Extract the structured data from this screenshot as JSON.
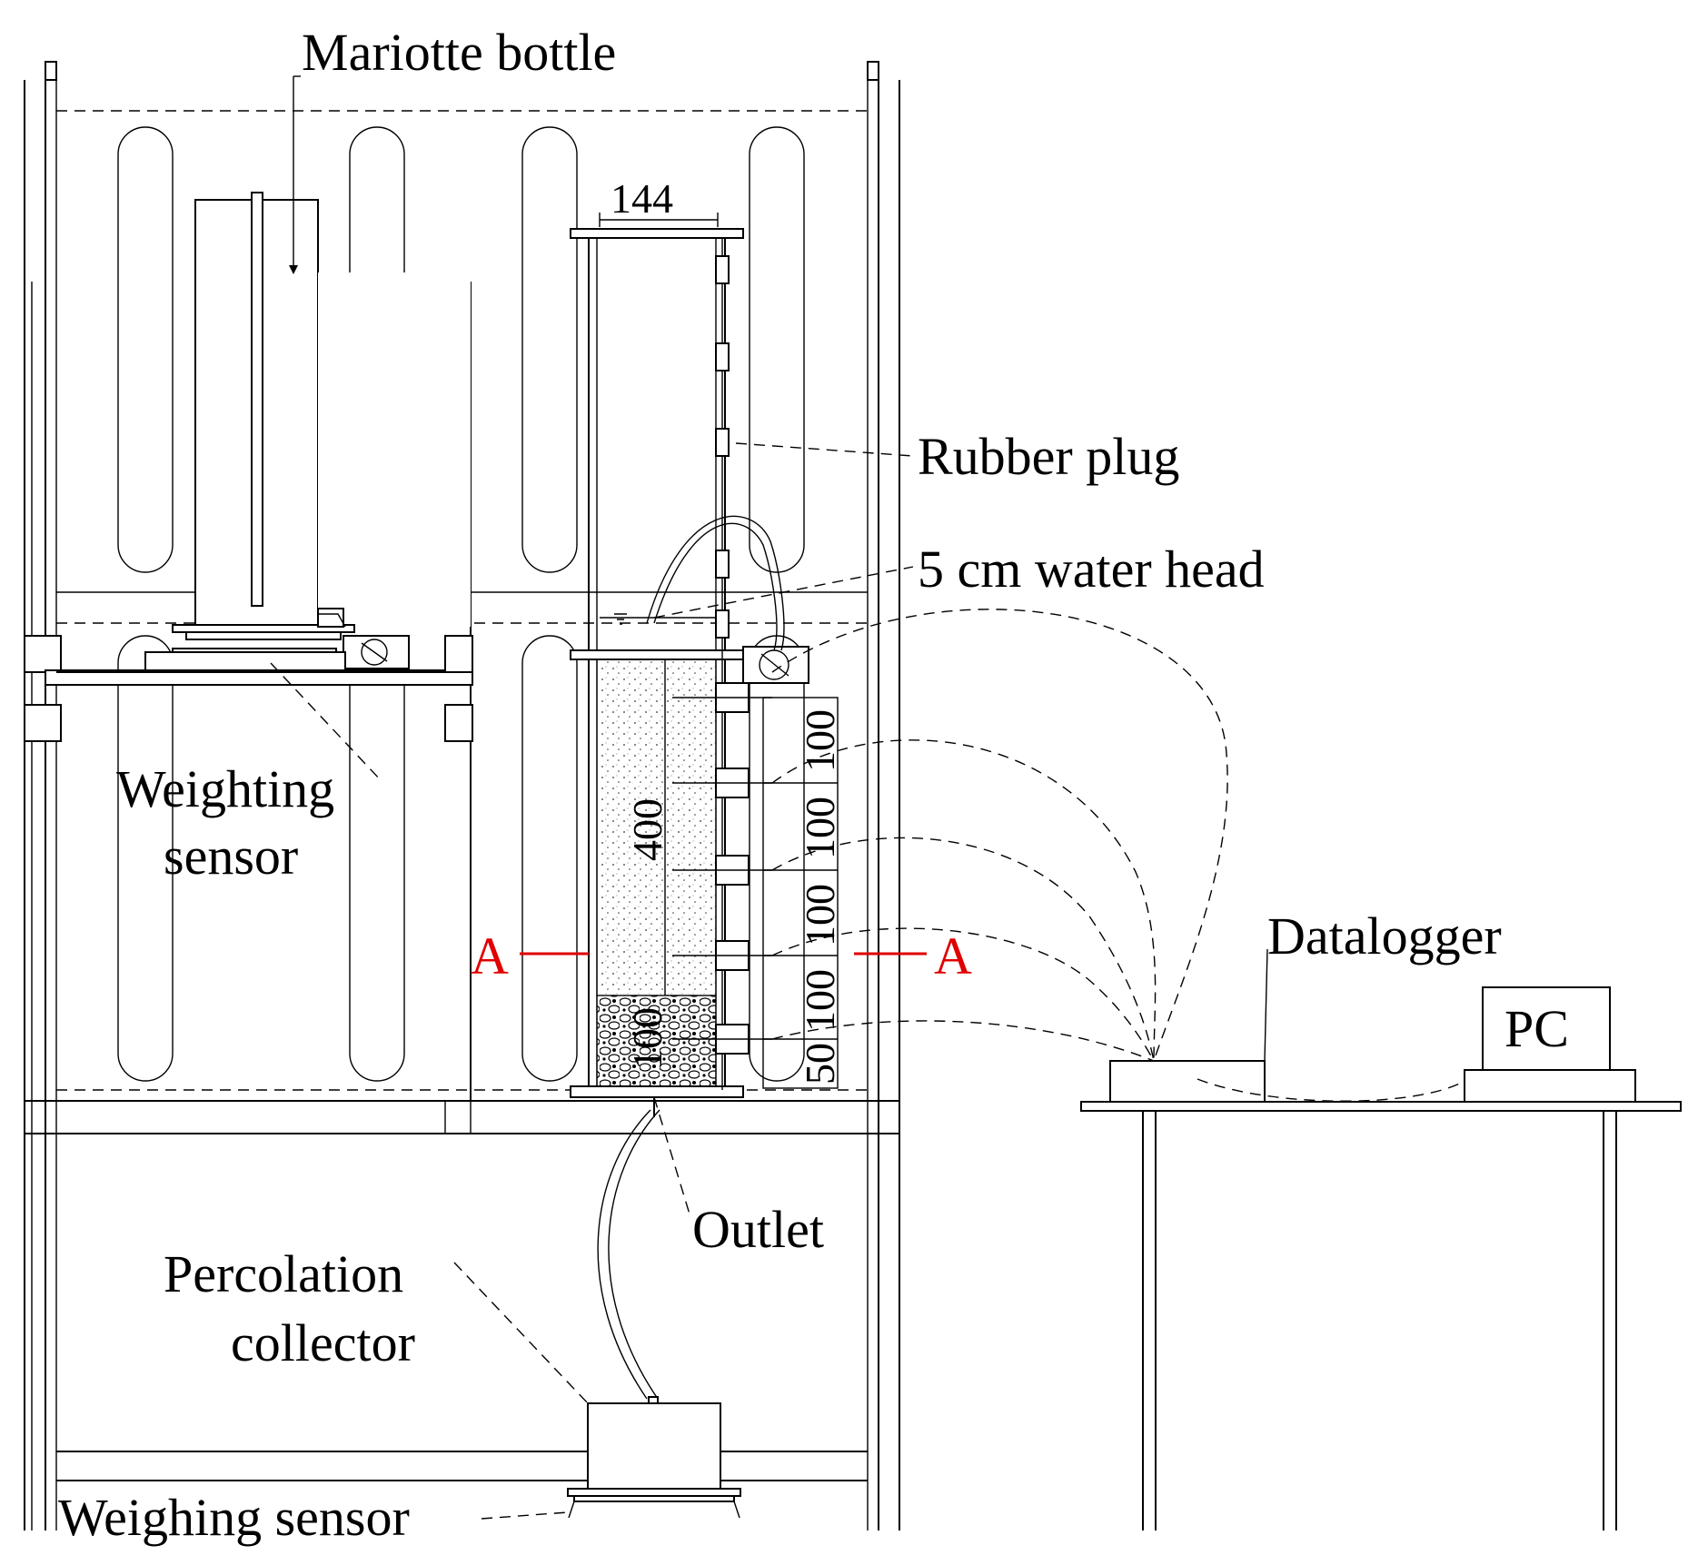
{
  "labels": {
    "mariotte_bottle": "Mariotte bottle",
    "rubber_plug": "Rubber plug",
    "water_head": "5 cm water head",
    "weighting_sensor_1": "Weighting",
    "weighting_sensor_2": "sensor",
    "datalogger": "Datalogger",
    "pc": "PC",
    "outlet": "Outlet",
    "percolation_1": "Percolation",
    "percolation_2": "collector",
    "weighing_sensor": "Weighing sensor",
    "section_left": "A",
    "section_right": "A"
  },
  "dimensions": {
    "column_width": "144",
    "soil_height": "400",
    "gravel_height": "100",
    "spacing_1": "100",
    "spacing_2": "100",
    "spacing_3": "100",
    "spacing_4": "100",
    "spacing_bottom": "50"
  },
  "colors": {
    "section_marker": "#e00000",
    "line": "#000000"
  }
}
